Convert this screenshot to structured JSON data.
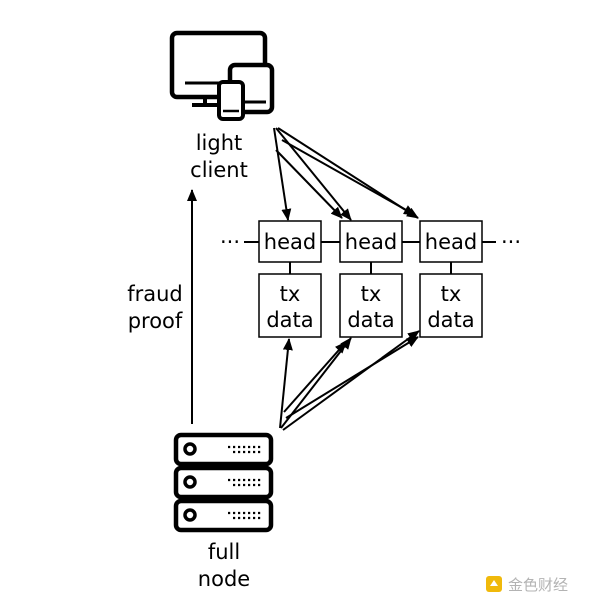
{
  "light_client": {
    "line1": "light",
    "line2": "client"
  },
  "full_node": {
    "line1": "full",
    "line2": "node"
  },
  "fraud_proof": {
    "line1": "fraud",
    "line2": "proof"
  },
  "blocks": [
    {
      "head": "head",
      "data_line1": "tx",
      "data_line2": "data"
    },
    {
      "head": "head",
      "data_line1": "tx",
      "data_line2": "data"
    },
    {
      "head": "head",
      "data_line1": "tx",
      "data_line2": "data"
    }
  ],
  "ellipsis_left": "···",
  "ellipsis_right": "···",
  "watermark": {
    "text": "金色财经",
    "accent": "#f0b90b"
  },
  "colors": {
    "stroke": "#000000"
  }
}
